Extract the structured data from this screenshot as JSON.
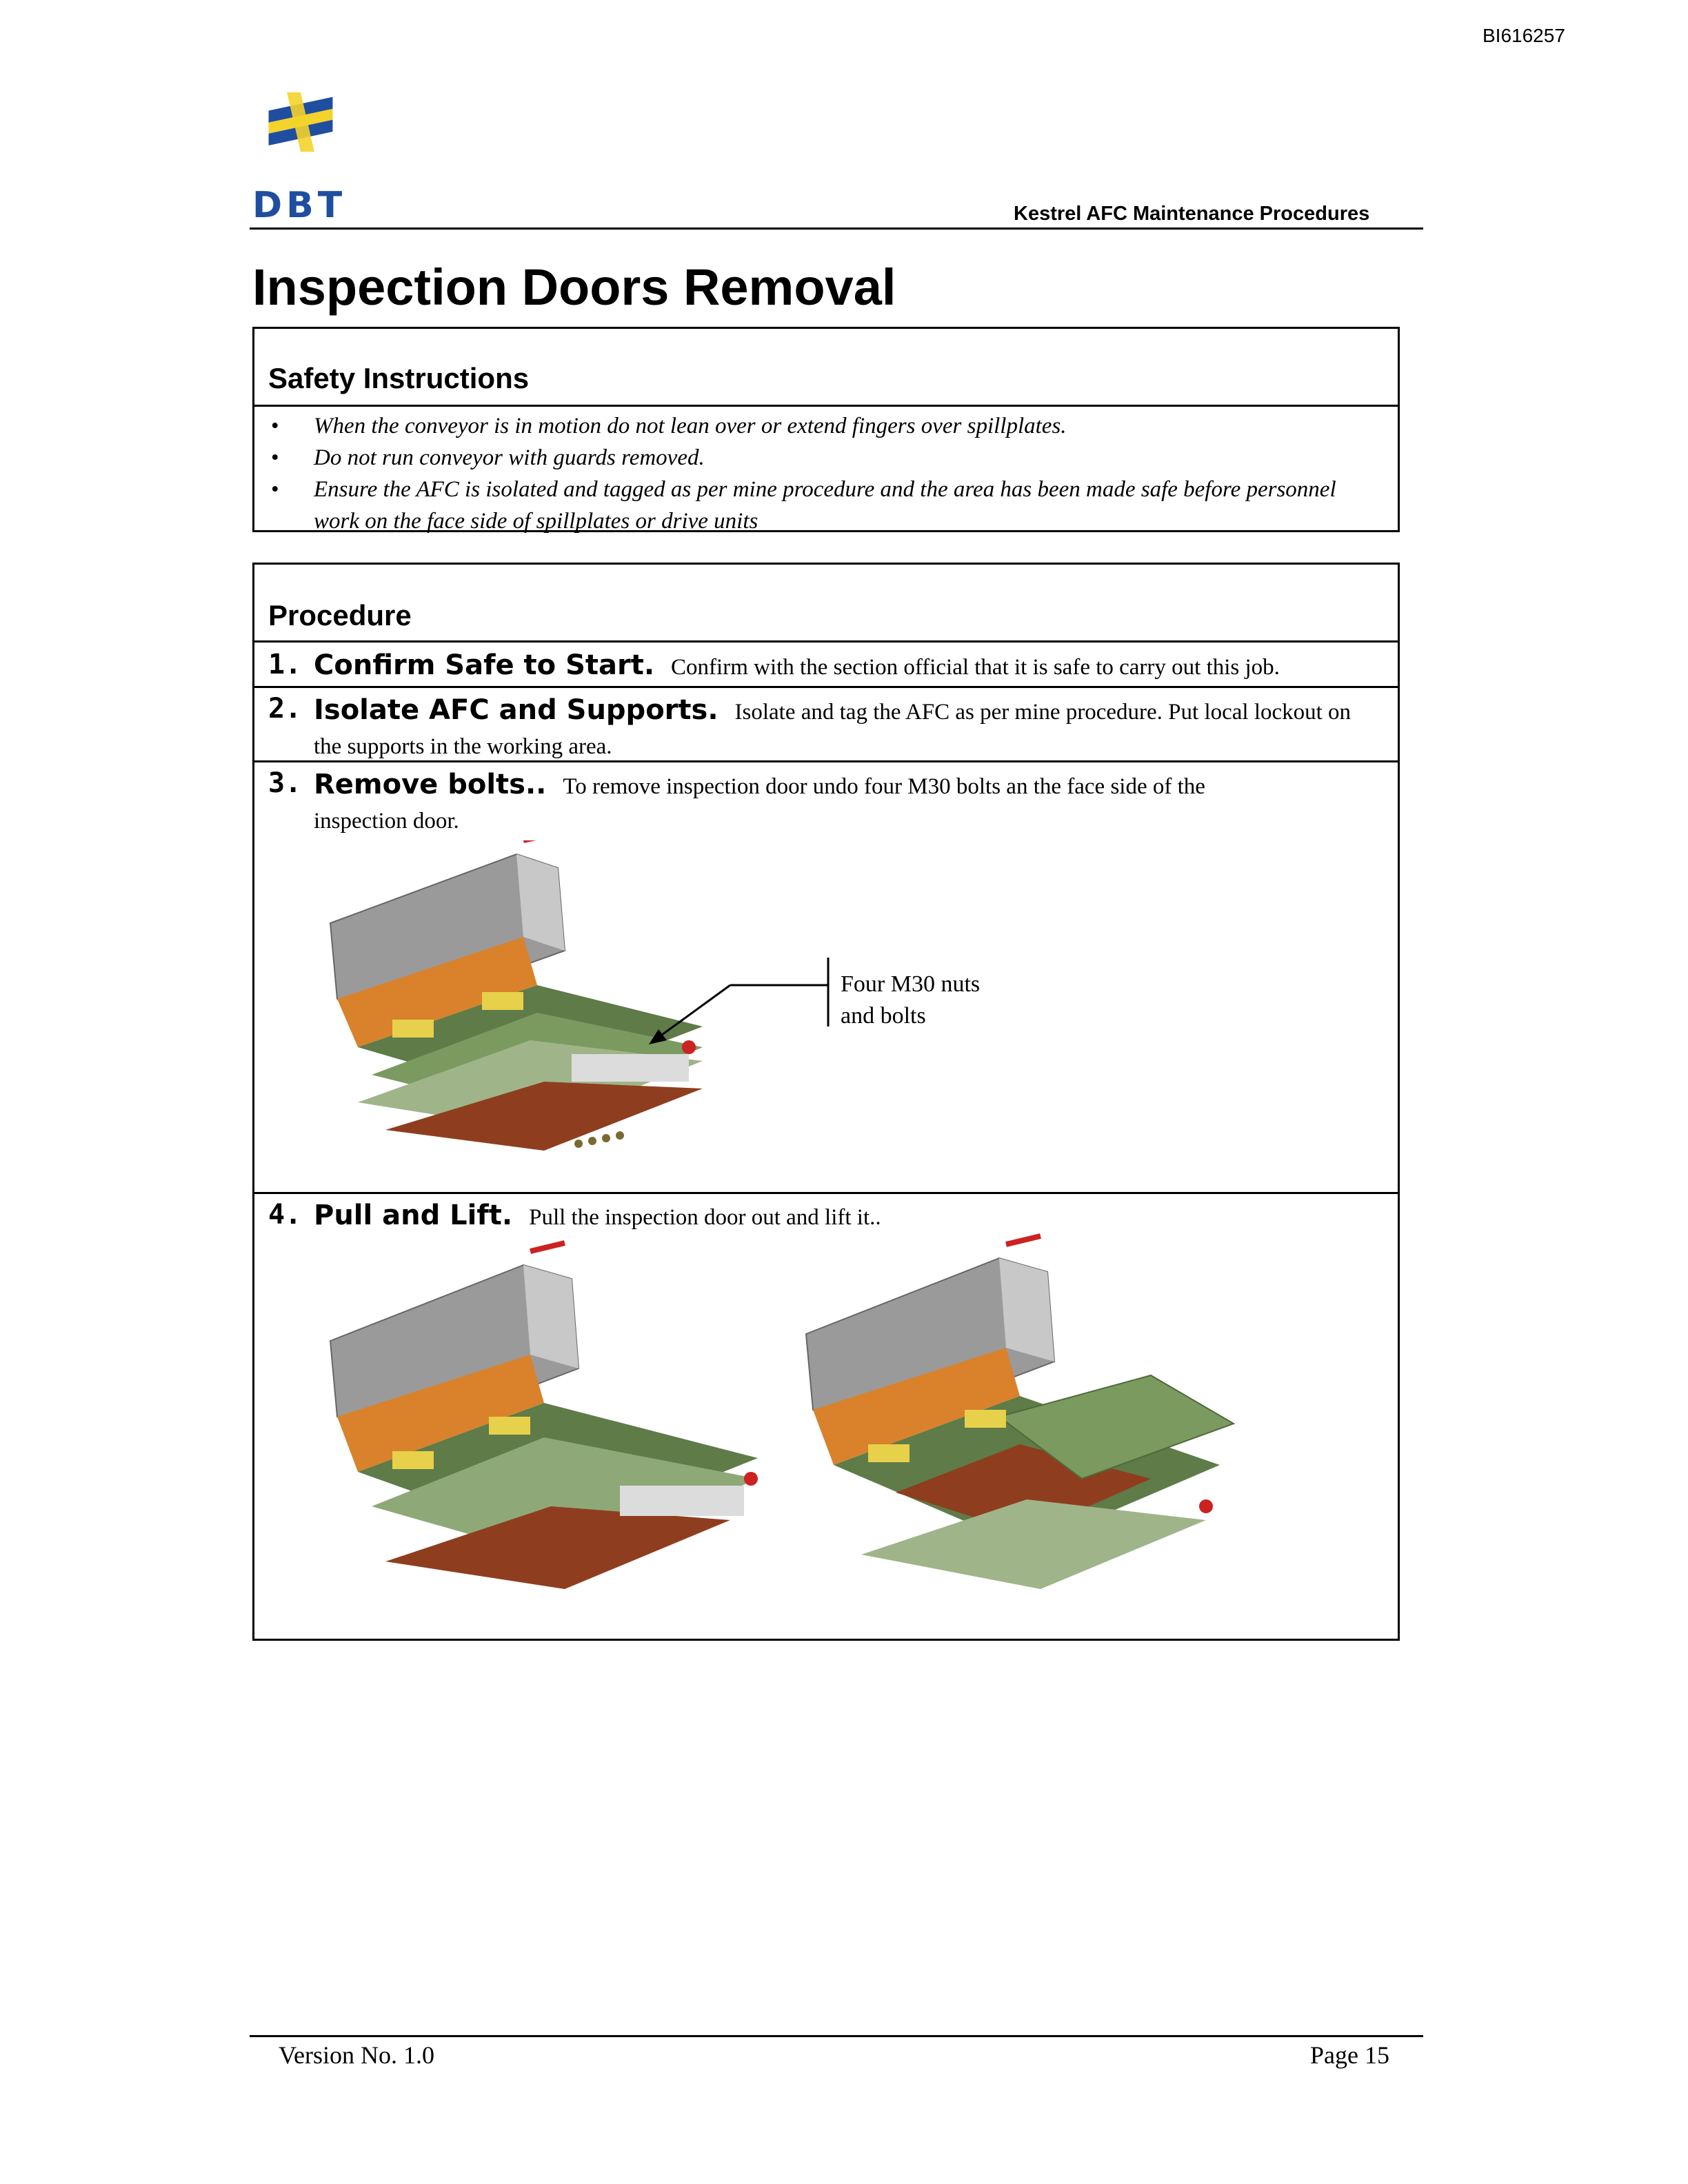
{
  "doc_id": "BI616257",
  "logo": {
    "text": "DBT",
    "colors": {
      "blue": "#1f4ea1",
      "yellow": "#f4d32a"
    }
  },
  "header": {
    "title": "Kestrel AFC Maintenance Procedures"
  },
  "page_title": "Inspection Doors Removal",
  "safety": {
    "heading": "Safety Instructions",
    "items": [
      "When the conveyor is in motion do not lean over or extend fingers over spillplates.",
      "Do not run conveyor with guards removed.",
      "Ensure the AFC is isolated and tagged as per mine procedure and the area has been made safe before personnel work on the face side of spillplates or drive units"
    ]
  },
  "procedure": {
    "heading": "Procedure",
    "steps": [
      {
        "num": "1.",
        "title": "Confirm Safe to Start.",
        "text": "Confirm with the section official that it is safe to carry out this job."
      },
      {
        "num": "2.",
        "title": "Isolate AFC and Supports.",
        "text": "Isolate and tag the AFC as per mine procedure.  Put local lockout on the supports in the working area."
      },
      {
        "num": "3.",
        "title": "Remove bolts..",
        "text": "To remove inspection door undo four M30 bolts an the face side of the inspection door.",
        "callout_line1": "Four M30 nuts",
        "callout_line2": "and bolts"
      },
      {
        "num": "4.",
        "title": "Pull and Lift.",
        "text": "Pull the inspection door out and lift it.."
      }
    ]
  },
  "footer": {
    "version": "Version No. 1.0",
    "page": "Page 15"
  }
}
